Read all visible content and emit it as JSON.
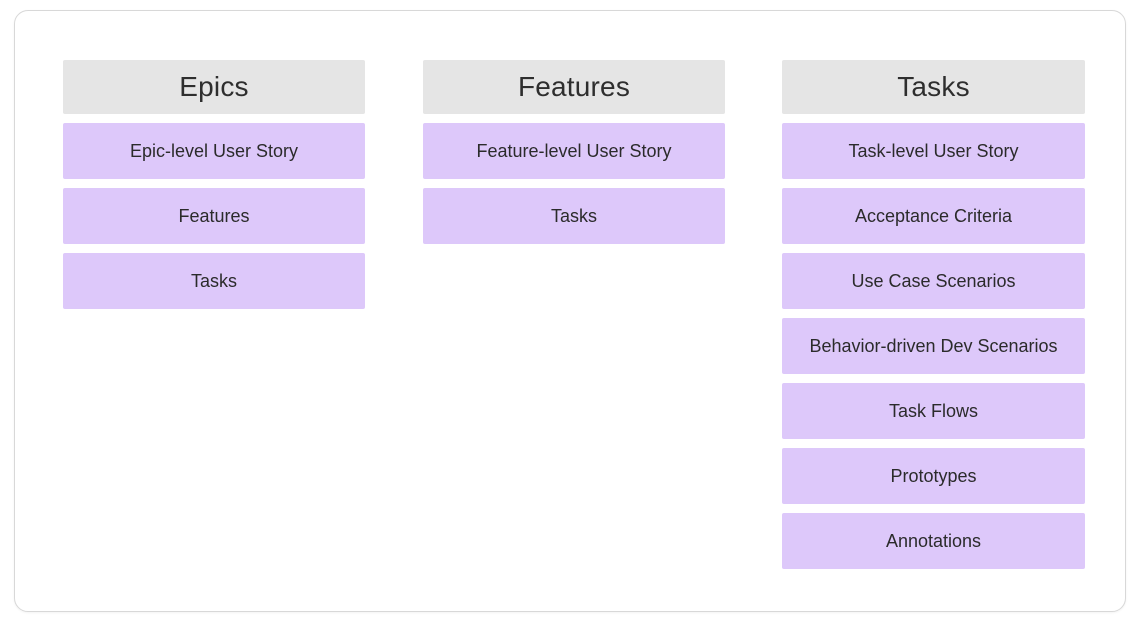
{
  "colors": {
    "header_bg": "#e5e5e5",
    "item_bg": "#ddc8fa",
    "header_text": "#2e2e2e",
    "item_text": "#2b2b2b",
    "card_border": "#d8d8d8",
    "page_bg": "#ffffff"
  },
  "columns": [
    {
      "title": "Epics",
      "items": [
        "Epic-level User Story",
        "Features",
        "Tasks"
      ]
    },
    {
      "title": "Features",
      "items": [
        "Feature-level User Story",
        "Tasks"
      ]
    },
    {
      "title": "Tasks",
      "items": [
        "Task-level User Story",
        "Acceptance Criteria",
        "Use Case Scenarios",
        "Behavior-driven Dev Scenarios",
        "Task Flows",
        "Prototypes",
        "Annotations"
      ]
    }
  ]
}
